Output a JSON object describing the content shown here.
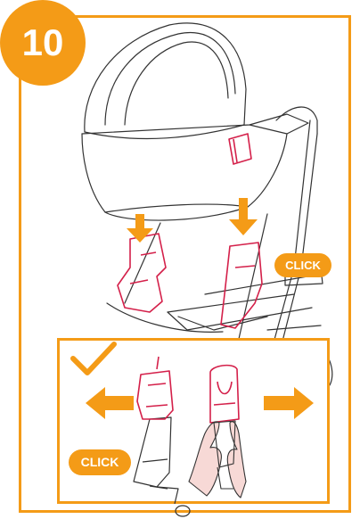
{
  "step": {
    "number": "10"
  },
  "labels": {
    "click_top": "CLICK",
    "click_bottom": "CLICK"
  },
  "icons": {
    "correct": "checkmark-icon",
    "down_arrows": "arrow-down-icon",
    "left_arrow": "arrow-left-icon",
    "right_arrow": "arrow-right-icon"
  },
  "colors": {
    "accent": "#f49b17",
    "adapter_highlight": "#d4204a",
    "line_art": "#333333",
    "skin": "#f7d9d6"
  }
}
